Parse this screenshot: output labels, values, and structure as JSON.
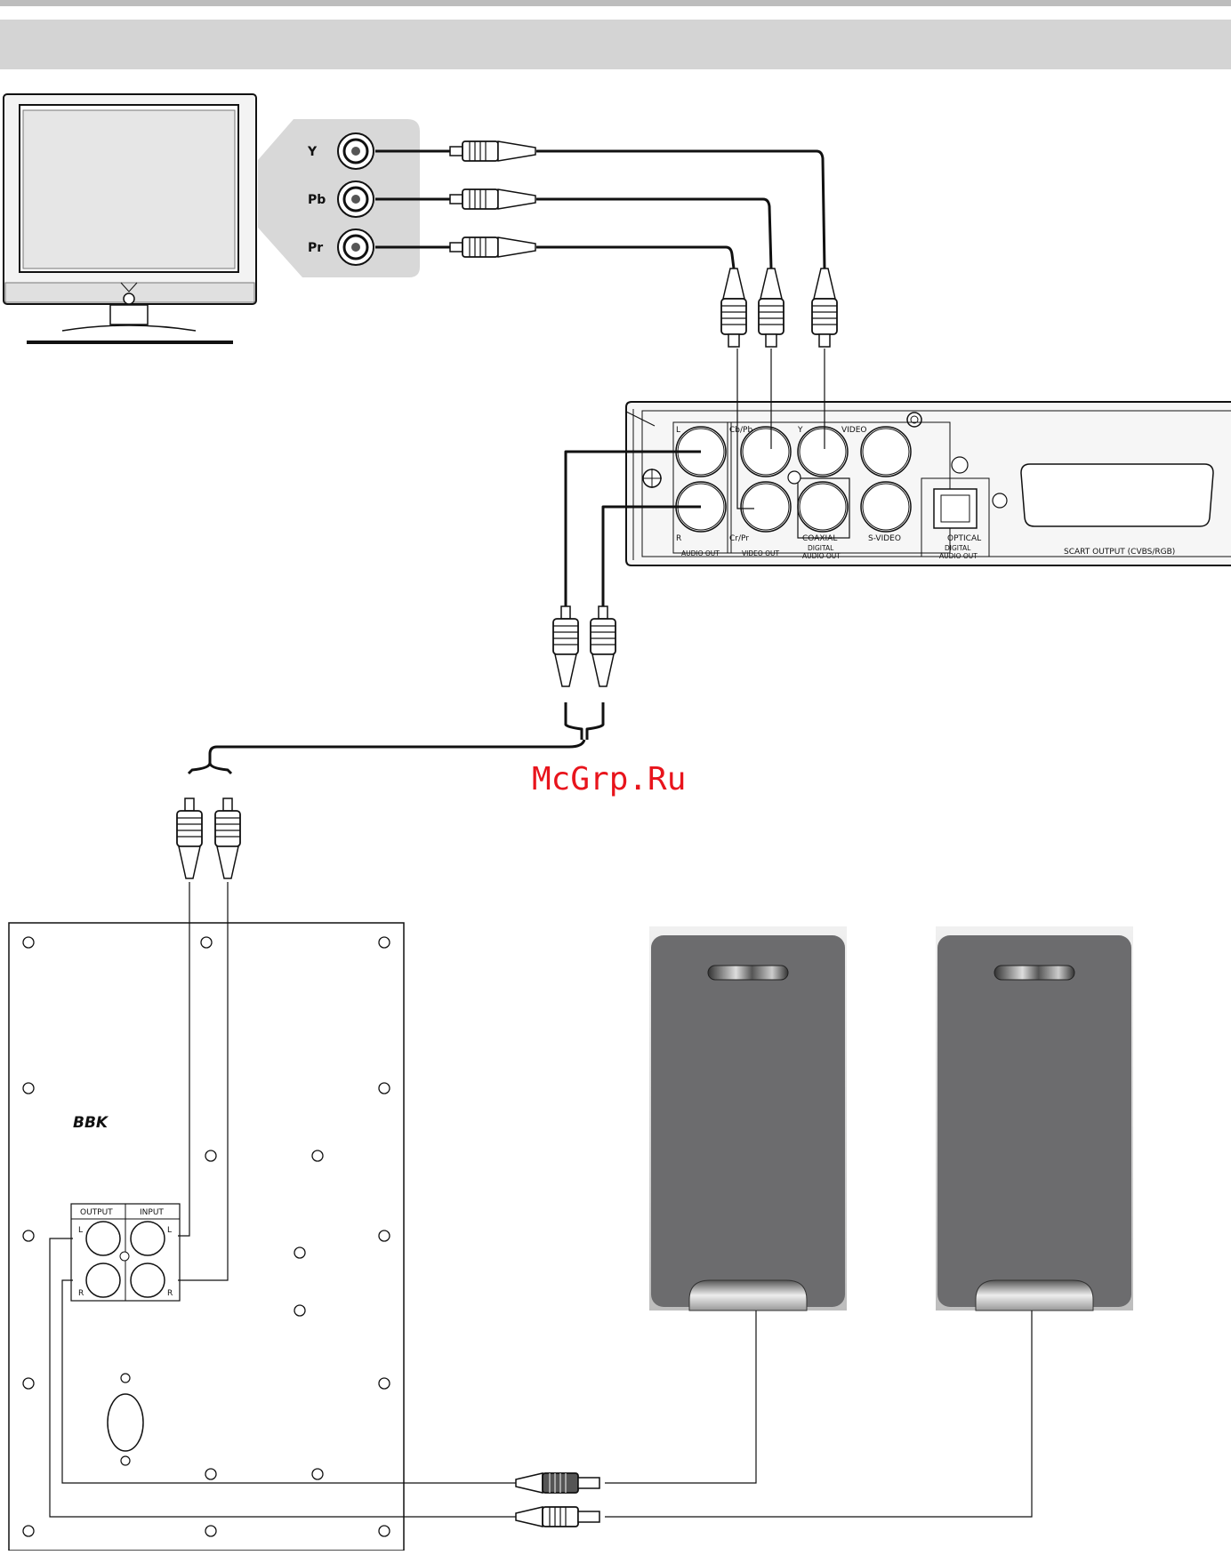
{
  "tv_input": {
    "labels": [
      "Y",
      "Pb",
      "Pr"
    ]
  },
  "dvd_panel": {
    "audio_l": "L",
    "audio_r": "R",
    "audio_out": "AUDIO OUT",
    "cb_pb": "Cb/Pb",
    "cr_pr": "Cr/Pr",
    "video_out": "VIDEO OUT",
    "y": "Y",
    "video": "VIDEO",
    "coaxial": "COAXIAL",
    "digital_audio_out_1": "DIGITAL",
    "digital_audio_out_2": "AUDIO OUT",
    "s_video": "S-VIDEO",
    "optical": "OPTICAL",
    "scart": "SCART OUTPUT (CVBS/RGB)"
  },
  "subwoofer": {
    "brand": "BBK",
    "output": "OUTPUT",
    "input": "INPUT",
    "l": "L",
    "r": "R"
  },
  "watermark": "McGrp.Ru",
  "colors": {
    "header_band": "#d4d4d4",
    "top_rule": "#bdbdbd",
    "speaker_body": "#6c6c6e",
    "speaker_top": "#d2d2d2",
    "watermark": "#e8141c"
  }
}
